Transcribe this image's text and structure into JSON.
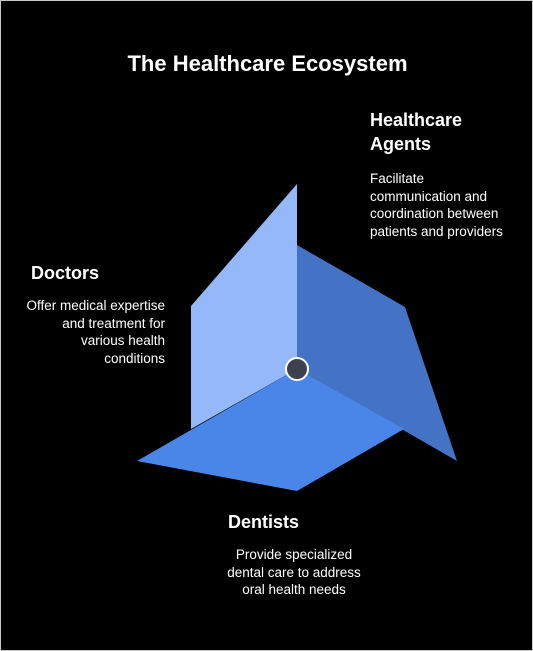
{
  "title": "The Healthcare Ecosystem",
  "colors": {
    "background": "#000000",
    "panel_left": "#94b8fa",
    "panel_right": "#4472c4",
    "panel_bottom": "#4a86e8",
    "hub": "#3c4152"
  },
  "nodes": {
    "agents": {
      "heading": "Healthcare Agents",
      "description": "Facilitate communication and coordination between patients and providers"
    },
    "doctors": {
      "heading": "Doctors",
      "description": "Offer medical expertise and treatment for various health conditions"
    },
    "dentists": {
      "heading": "Dentists",
      "description": "Provide specialized dental care to address oral health needs"
    }
  }
}
